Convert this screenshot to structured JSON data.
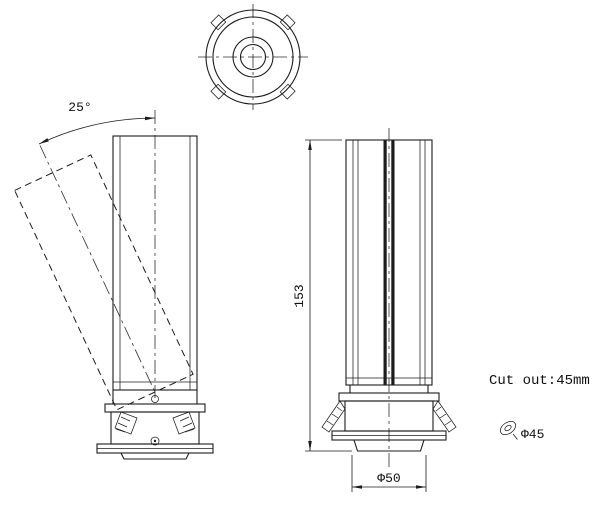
{
  "labels": {
    "tilt_angle": "25°",
    "height": "153",
    "aperture_diameter": "Φ50",
    "cutout_note": "Cut out:45mm",
    "cutout_diameter": "Φ45"
  },
  "colors": {
    "line": "#1c1c1c",
    "centerline": "#2e2e2e",
    "background": "#ffffff"
  }
}
